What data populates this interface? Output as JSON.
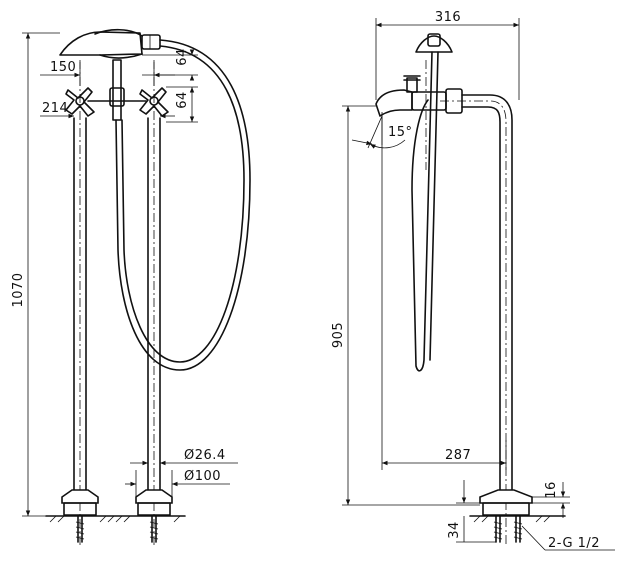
{
  "front_view": {
    "dimensions": {
      "width_150": "150",
      "height_64_top": "64",
      "height_64_bottom": "64",
      "width_214": "214",
      "height_1070": "1070",
      "diameter_26_4": "Ø26.4",
      "diameter_100": "Ø100"
    }
  },
  "side_view": {
    "dimensions": {
      "width_316": "316",
      "angle_15": "15°",
      "height_905": "905",
      "width_287": "287",
      "height_16": "16",
      "height_34": "34",
      "thread_spec": "2-G 1/2"
    }
  }
}
